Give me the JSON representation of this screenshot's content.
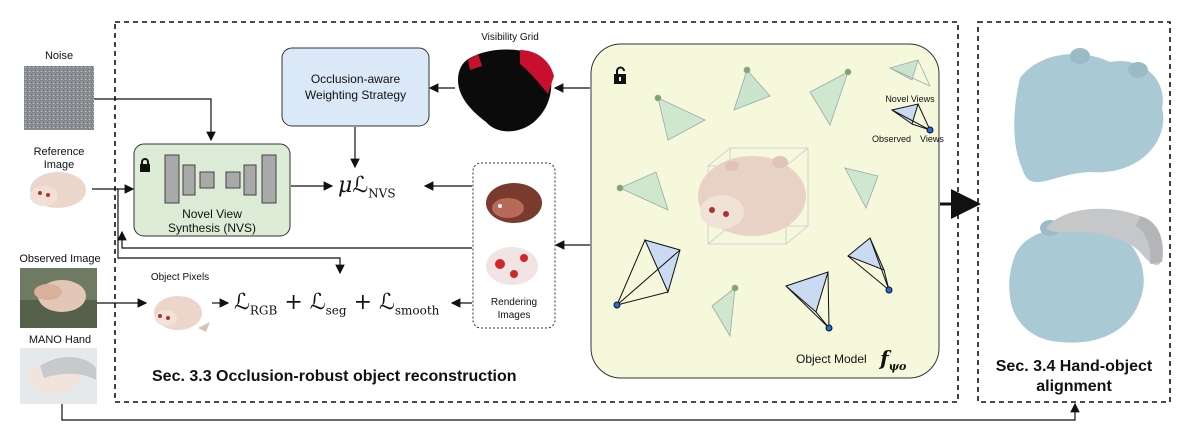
{
  "inputs": {
    "noise": "Noise",
    "reference_line1": "Reference",
    "reference_line2": "Image",
    "observed": "Observed Image",
    "mano": "MANO Hand"
  },
  "reconstruction": {
    "weighting_line1": "Occlusion-aware",
    "weighting_line2": "Weighting Strategy",
    "visibility_grid": "Visibility Grid",
    "nvs_line1": "Novel View",
    "nvs_line2": "Synthesis (NVS)",
    "loss_nvs_mu": "μ",
    "loss_nvs_L": "ℒ",
    "loss_nvs_sub": "NVS",
    "object_pixels": "Object Pixels",
    "loss_rgb_sub": "RGB",
    "loss_seg_sub": "seg",
    "loss_smooth_sub": "smooth",
    "plus": "+",
    "rendering_line1": "Rendering",
    "rendering_line2": "Images",
    "object_model_label": "Object Model",
    "object_model_f": "f",
    "object_model_sub": "ψo",
    "legend_novel": "Novel Views",
    "legend_observed": "Observed",
    "legend_views": "Views",
    "section_title": "Sec. 3.3 Occlusion-robust object reconstruction"
  },
  "alignment": {
    "section_line1": "Sec. 3.4 Hand-object",
    "section_line2": "alignment"
  },
  "colors": {
    "weighting_fill": "#dbe8f8",
    "nvs_fill": "#dcecd6",
    "model_fill": "#f6f8dc",
    "camera_green": "#b8dcc6",
    "camera_blue": "#c9daf2",
    "mesh_blue": "#a9c9d4",
    "object_pink": "#e8d2c6",
    "red": "#c8102e",
    "dot_green": "#7caa5a",
    "dot_blue": "#1e6fd9"
  },
  "icons": [
    "lock-icon",
    "unlock-icon"
  ]
}
